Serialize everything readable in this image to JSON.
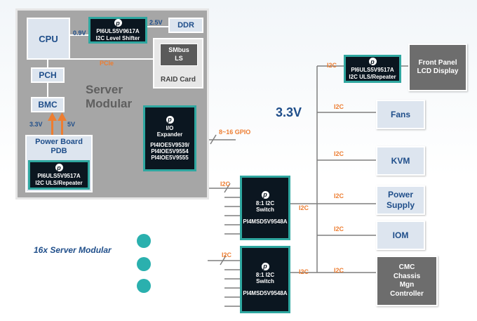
{
  "server": {
    "title_line1": "Server",
    "title_line2": "Modular",
    "cpu": "CPU",
    "pch": "PCH",
    "bmc": "BMC",
    "ddr": "DDR",
    "level_shifter": {
      "part": "PI6ULS5V9617A",
      "desc": "I2C Level Shifter"
    },
    "smbus_line1": "SMbus",
    "smbus_line2": "LS",
    "raid": "RAID Card",
    "pcie": "PCIe",
    "v09": "0.9V",
    "v25": "2.5V",
    "v33": "3.3V",
    "v5": "5V",
    "pdb_line1": "Power Board",
    "pdb_line2": "PDB",
    "pdb_chip": {
      "part": "PI6ULS5V9517A",
      "desc": "I2C ULS/Repeater"
    },
    "io_expander": {
      "line1": "I/O",
      "line2": "Expander",
      "parts": [
        "PI4IOE5V9539/",
        "PI4IOE5V9554",
        "PI4IOE5V9555"
      ]
    },
    "gpio": "8~16 GPIO"
  },
  "switches": [
    {
      "line1": "8:1 I2C",
      "line2": "Switch",
      "part": "PI4MSD5V9548A"
    },
    {
      "line1": "8:1 I2C",
      "line2": "Switch",
      "part": "PI4MSD5V9548A"
    }
  ],
  "voltage": "3.3V",
  "bus_label": "I2C",
  "front_chip": {
    "part": "PI6ULS5V9517A",
    "desc": "I2C ULS/Repeater"
  },
  "front_panel": {
    "line1": "Front Panel",
    "line2": "LCD Display"
  },
  "peripherals": {
    "fans": "Fans",
    "kvm": "KVM",
    "power_line1": "Power",
    "power_line2": "Supply",
    "iom": "IOM",
    "cmc": [
      "CMC",
      "Chassis",
      "Mgn",
      "Controller"
    ]
  },
  "modular_count": "16x Server Modular",
  "colors": {
    "accent": "#2ab0ae",
    "label_blue": "#1f4e8a",
    "orange": "#ed7d31",
    "chip": "#0b1620"
  }
}
